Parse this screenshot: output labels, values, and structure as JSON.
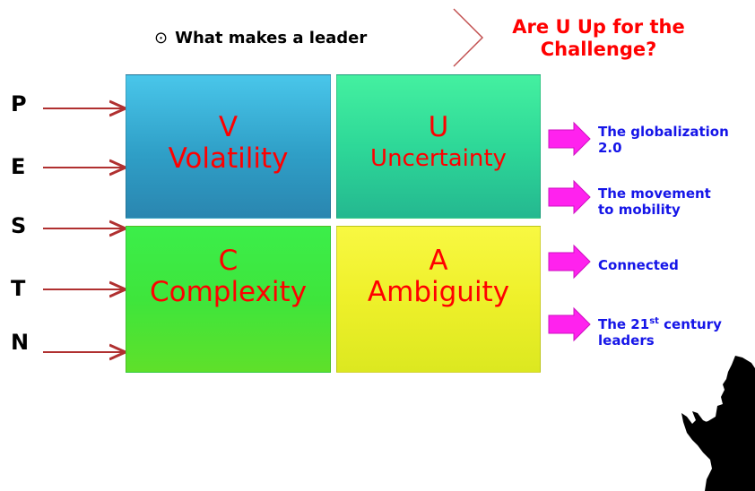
{
  "header": {
    "bullet_symbol": "⊙",
    "subtitle": "What makes a leader",
    "title": "Are U Up for the Challenge?"
  },
  "pest_letters": [
    "P",
    "E",
    "S",
    "T",
    "N"
  ],
  "quadrants": [
    {
      "letter": "V",
      "word": "Volatility"
    },
    {
      "letter": "U",
      "word": "Uncertainty"
    },
    {
      "letter": "C",
      "word": "Complexity"
    },
    {
      "letter": "A",
      "word": "Ambiguity"
    }
  ],
  "side_items": [
    {
      "line1": "The globalization",
      "line2": "2.0"
    },
    {
      "line1": "The movement",
      "line2": "to mobility"
    },
    {
      "line1": "Connected",
      "line2": ""
    },
    {
      "line1": "The 21",
      "sup": "st",
      "line1_rest": " century",
      "line2": "leaders"
    }
  ],
  "colors": {
    "title_red": "#ff0000",
    "side_text_blue": "#1515e8",
    "arrow_pink": "#ff22ee",
    "pest_arrow": "#b03030"
  }
}
